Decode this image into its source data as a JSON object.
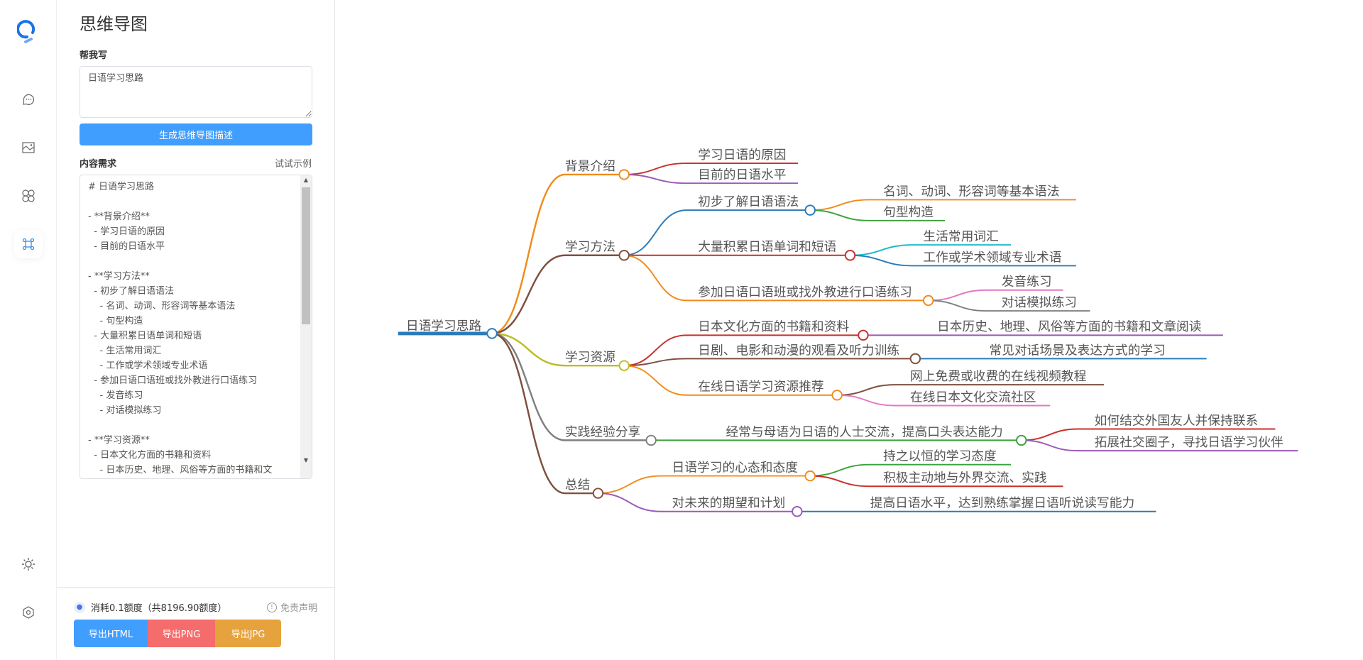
{
  "app": {
    "logo": "logo-icon"
  },
  "nav": {
    "items": [
      {
        "name": "chat",
        "icon": "chat-bubble-icon"
      },
      {
        "name": "image",
        "icon": "image-icon"
      },
      {
        "name": "apps",
        "icon": "clover-icon"
      },
      {
        "name": "mindmap",
        "icon": "command-icon",
        "active": true
      }
    ],
    "bottom": [
      {
        "name": "theme",
        "icon": "sun-icon"
      },
      {
        "name": "settings",
        "icon": "hexagon-settings-icon"
      }
    ]
  },
  "panel": {
    "title": "思维导图",
    "help_label": "帮我写",
    "topic_value": "日语学习思路",
    "generate_label": "生成思维导图描述",
    "content_label": "内容需求",
    "try_example": "试试示例",
    "content_value": "# 日语学习思路\n\n- **背景介绍**\n  - 学习日语的原因\n  - 目前的日语水平\n\n- **学习方法**\n  - 初步了解日语语法\n    - 名词、动词、形容词等基本语法\n    - 句型构造\n  - 大量积累日语单词和短语\n    - 生活常用词汇\n    - 工作或学术领域专业术语\n  - 参加日语口语班或找外教进行口语练习\n    - 发音练习\n    - 对话模拟练习\n\n- **学习资源**\n  - 日本文化方面的书籍和资料\n    - 日本历史、地理、风俗等方面的书籍和文",
    "credit": "消耗0.1额度（共8196.90额度）",
    "disclaimer": "免责声明",
    "export": {
      "html": "导出HTML",
      "png": "导出PNG",
      "jpg": "导出JPG"
    },
    "export_colors": {
      "html": "#409eff",
      "png": "#f56c6c",
      "jpg": "#e6a23c"
    }
  },
  "mindmap": {
    "root": {
      "text": "日语学习思路",
      "color": "#2b7bb9"
    },
    "branches": [
      {
        "text": "背景介绍",
        "color": "#f08c1c",
        "children": [
          {
            "text": "学习日语的原因",
            "color": "#c9302c"
          },
          {
            "text": "目前的日语水平",
            "color": "#9b59b6"
          }
        ]
      },
      {
        "text": "学习方法",
        "color": "#7f4f3f",
        "children": [
          {
            "text": "初步了解日语语法",
            "color": "#2b7bb9",
            "children": [
              {
                "text": "名词、动词、形容词等基本语法",
                "color": "#f08c1c"
              },
              {
                "text": "句型构造",
                "color": "#3aa13a"
              }
            ]
          },
          {
            "text": "大量积累日语单词和短语",
            "color": "#c9302c",
            "children": [
              {
                "text": "生活常用词汇",
                "color": "#22b8cf"
              },
              {
                "text": "工作或学术领域专业术语",
                "color": "#2b7bb9"
              }
            ]
          },
          {
            "text": "参加日语口语班或找外教进行口语练习",
            "color": "#f08c1c",
            "children": [
              {
                "text": "发音练习",
                "color": "#e377c2"
              },
              {
                "text": "对话模拟练习",
                "color": "#7f7f7f"
              }
            ]
          }
        ]
      },
      {
        "text": "学习资源",
        "color": "#bcbd22",
        "children": [
          {
            "text": "日本文化方面的书籍和资料",
            "color": "#c9302c",
            "children": [
              {
                "text": "日本历史、地理、风俗等方面的书籍和文章阅读",
                "color": "#9b59b6"
              }
            ]
          },
          {
            "text": "日剧、电影和动漫的观看及听力训练",
            "color": "#7f4f3f",
            "children": [
              {
                "text": "常见对话场景及表达方式的学习",
                "color": "#2b7bb9"
              }
            ]
          },
          {
            "text": "在线日语学习资源推荐",
            "color": "#f08c1c",
            "children": [
              {
                "text": "网上免费或收费的在线视频教程",
                "color": "#7f4f3f"
              },
              {
                "text": "在线日本文化交流社区",
                "color": "#e377c2"
              }
            ]
          }
        ]
      },
      {
        "text": "实践经验分享",
        "color": "#7f7f7f",
        "children": [
          {
            "text": "经常与母语为日语的人士交流，提高口头表达能力",
            "color": "#3aa13a",
            "children": [
              {
                "text": "如何结交外国友人并保持联系",
                "color": "#c9302c"
              },
              {
                "text": "拓展社交圈子，寻找日语学习伙伴",
                "color": "#9b59b6"
              }
            ]
          }
        ]
      },
      {
        "text": "总结",
        "color": "#7f4f3f",
        "children": [
          {
            "text": "日语学习的心态和态度",
            "color": "#f08c1c",
            "children": [
              {
                "text": "持之以恒的学习态度",
                "color": "#3aa13a"
              },
              {
                "text": "积极主动地与外界交流、实践",
                "color": "#c9302c"
              }
            ]
          },
          {
            "text": "对未来的期望和计划",
            "color": "#9b59b6",
            "children": [
              {
                "text": "提高日语水平，达到熟练掌握日语听说读写能力",
                "color": "#2b7bb9"
              }
            ]
          }
        ]
      }
    ]
  }
}
